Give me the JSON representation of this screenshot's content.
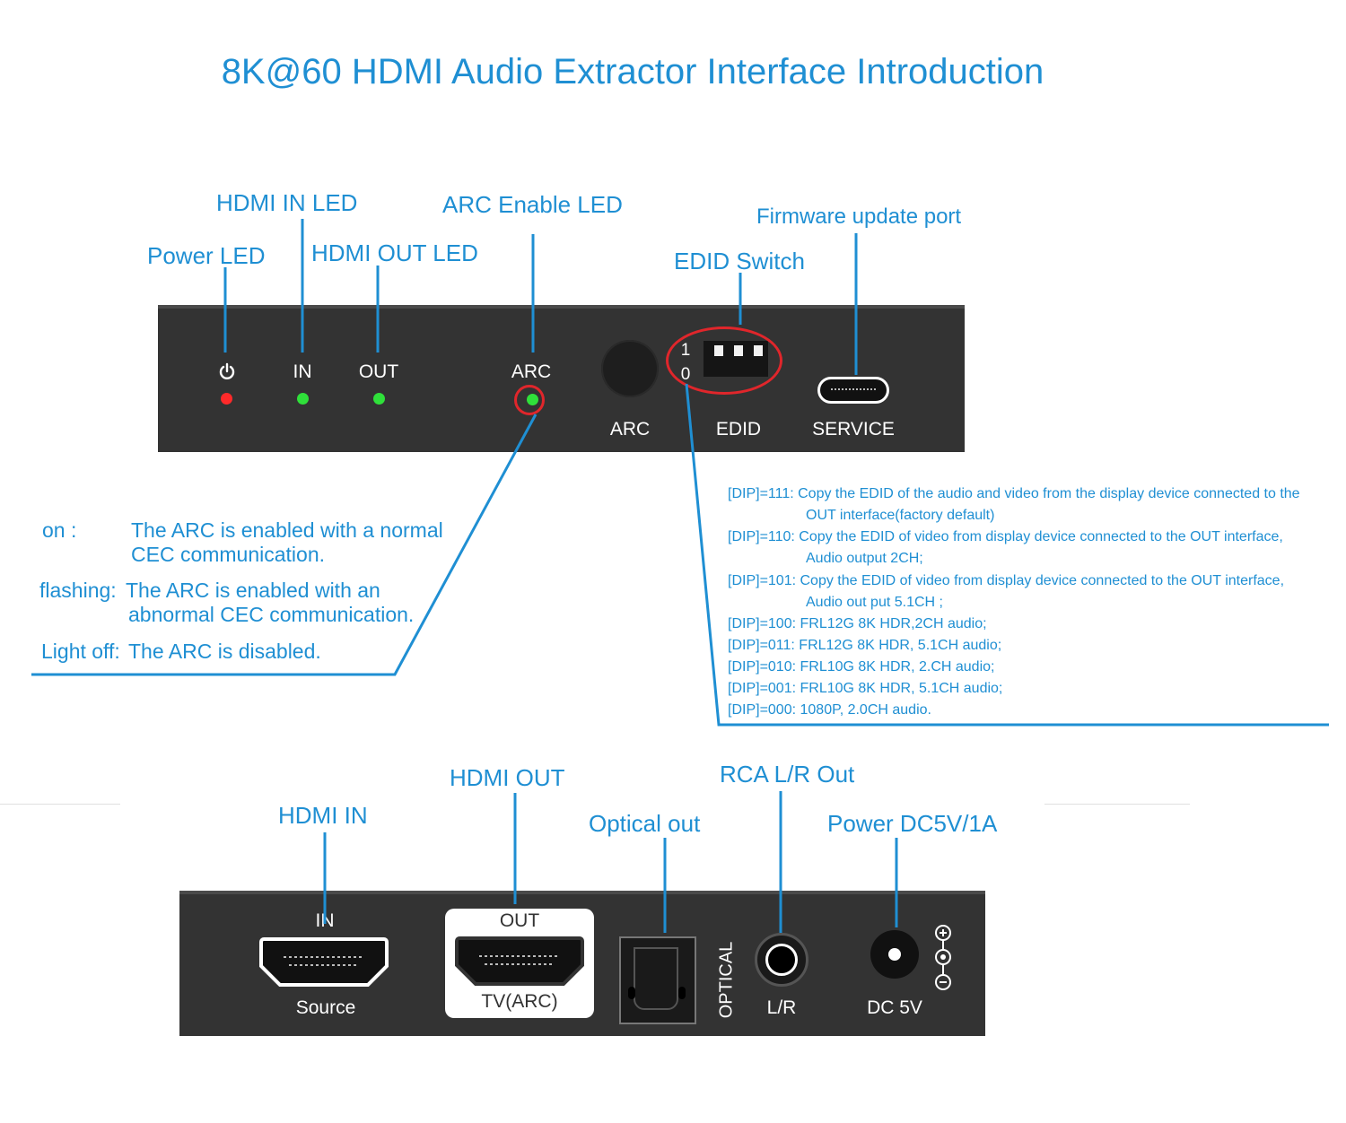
{
  "title": "8K@60  HDMI Audio Extractor Interface Introduction",
  "front_callouts": {
    "hdmi_in_led": "HDMI IN LED",
    "arc_enable_led": "ARC Enable LED",
    "firmware_update_port": "Firmware update port",
    "power_led": "Power LED",
    "hdmi_out_led": "HDMI OUT LED",
    "edid_switch": "EDID Switch"
  },
  "front_panel": {
    "in_label": "IN",
    "out_label": "OUT",
    "arc_label": "ARC",
    "arc_button_label": "ARC",
    "edid_label": "EDID",
    "service_label": "SERVICE",
    "dip_one": "1",
    "dip_zero": "0"
  },
  "arc_states": [
    {
      "key": "on :",
      "text": "The ARC is enabled with a normal",
      "text2": "CEC communication."
    },
    {
      "key": "flashing:",
      "text": "The ARC is enabled with an",
      "text2": "abnormal CEC communication."
    },
    {
      "key": "Light off:",
      "text": "The ARC is disabled."
    }
  ],
  "dip_settings": [
    "[DIP]=111: Copy the EDID of the audio and video from the display device connected to the",
    "OUT interface(factory default)",
    "[DIP]=110: Copy the EDID of  video  from display device connected to the OUT interface,",
    "Audio output 2CH;",
    "[DIP]=101: Copy the EDID of  video  from display device connected to the OUT interface,",
    "Audio out put 5.1CH ;",
    "[DIP]=100: FRL12G 8K HDR,2CH audio;",
    "[DIP]=011: FRL12G 8K HDR, 5.1CH audio;",
    "[DIP]=010: FRL10G 8K HDR, 2.CH audio;",
    "[DIP]=001: FRL10G 8K HDR, 5.1CH audio;",
    "[DIP]=000: 1080P, 2.0CH audio."
  ],
  "rear_callouts": {
    "hdmi_out": "HDMI OUT",
    "rca_lr_out": "RCA L/R Out",
    "hdmi_in": "HDMI IN",
    "optical_out": "Optical out",
    "power_dc": "Power DC5V/1A"
  },
  "rear_panel": {
    "in_label": "IN",
    "source_label": "Source",
    "out_label": "OUT",
    "tv_arc_label": "TV(ARC)",
    "optical_label": "OPTICAL",
    "lr_label": "L/R",
    "dc_label": "DC 5V"
  },
  "colors": {
    "accent": "#1f8fd3",
    "panel": "#333333",
    "power_led": "#ff2a2a",
    "status_led": "#2fe03a",
    "highlight_circle": "#e0262b"
  }
}
